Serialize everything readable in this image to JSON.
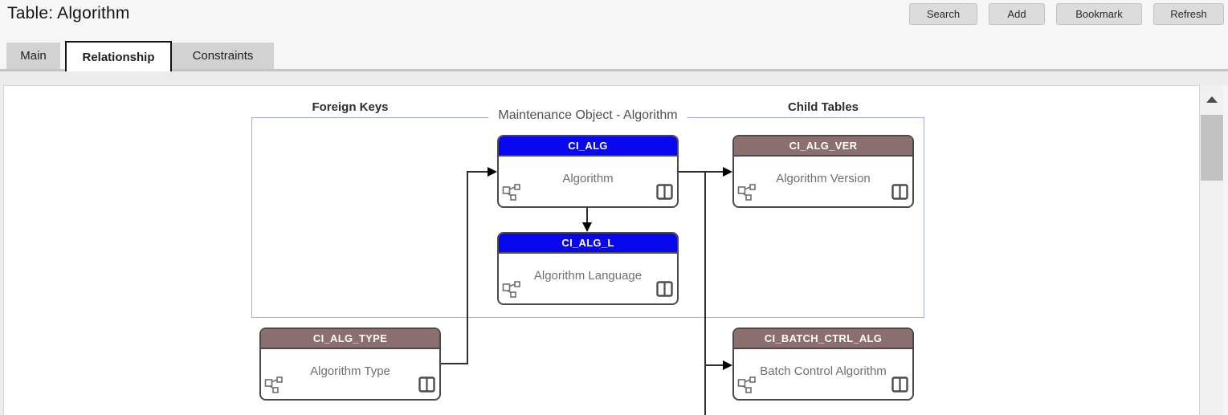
{
  "header": {
    "title": "Table: Algorithm",
    "buttons": [
      {
        "label": "Search"
      },
      {
        "label": "Add"
      },
      {
        "label": "Bookmark"
      },
      {
        "label": "Refresh"
      }
    ]
  },
  "tabs": [
    {
      "label": "Main",
      "active": false
    },
    {
      "label": "Relationship",
      "active": true
    },
    {
      "label": "Constraints",
      "active": false
    }
  ],
  "diagram": {
    "column_labels": {
      "foreign_keys": "Foreign Keys",
      "child_tables": "Child Tables"
    },
    "group_label": "Maintenance Object - Algorithm",
    "entities": [
      {
        "code": "CI_ALG",
        "name": "Algorithm",
        "role": "maintenance-object",
        "header_color": "#0807ee"
      },
      {
        "code": "CI_ALG_VER",
        "name": "Algorithm Version",
        "role": "child-table",
        "header_color": "#8b6f6f"
      },
      {
        "code": "CI_ALG_L",
        "name": "Algorithm Language",
        "role": "maintenance-object",
        "header_color": "#0807ee"
      },
      {
        "code": "CI_ALG_TYPE",
        "name": "Algorithm Type",
        "role": "foreign-key-table",
        "header_color": "#8b6f6f"
      },
      {
        "code": "CI_BATCH_CTRL_ALG",
        "name": "Batch Control Algorithm",
        "role": "child-table",
        "header_color": "#8b6f6f"
      }
    ],
    "icons": {
      "entity_bottom_left": "relationships-icon",
      "entity_bottom_right": "columns-icon",
      "scrollbar_up": "triangle-up-icon"
    },
    "colors": {
      "maintenance_object_header": "#0807ee",
      "related_table_header": "#8b6f6f",
      "group_border": "#a8b2e8",
      "connector": "#2f2f2f"
    }
  }
}
